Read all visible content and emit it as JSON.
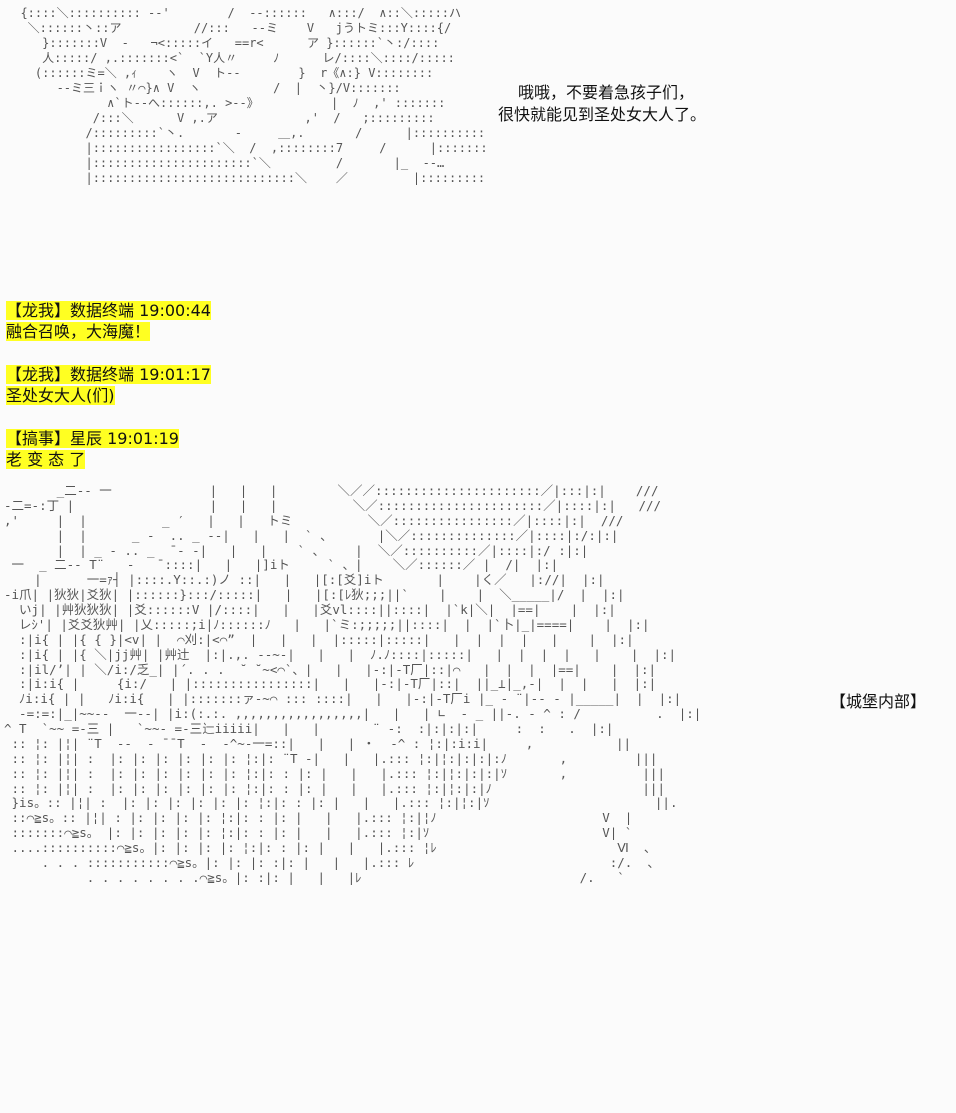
{
  "speech": {
    "line1": "哦哦，不要着急孩子们，",
    "line2": "很快就能见到圣处女大人了。"
  },
  "messages": [
    {
      "tag": "【龙我】",
      "sender": "数据终端",
      "time": "19:00:44",
      "text": "融合召唤，大海魔！"
    },
    {
      "tag": "【龙我】",
      "sender": "数据终端",
      "time": "19:01:17",
      "text": "圣处女大人(们)"
    },
    {
      "tag": "【搞事】",
      "sender": "星辰",
      "time": "19:01:19",
      "text": "老 变 态 了"
    }
  ],
  "caption": "【城堡内部】",
  "art_top": "  {::::＼:::::::::: -‐'        /  -‐::::::   ∧:::/  ∧::＼:::::ハ\n   ＼::::::丶::ア          //:::   ‐‐ミ    V   jうトミ:::Y::::{/\n     }:::::::V  ‐   ¬<:::::イ   ==r<      ア }::::::`丶:/::::\n     人:::::/ ,.:::::::<`  `Y人〃     ﾉ      レ/::::＼::::/:::::\n    (::::::ミ=＼ ,ｨ    ヽ  V  ト‐‐        }  r《∧:} V::::::::\n       ‐‐ミ三ｉヽ 〃⌒}∧ V  ヽ          /  |  丶}/V:::::::\n              ∧`ト‐‐へ::::::,. >‐‐》          |  ﾉ  ,' :::::::\n            /:::＼      V ,.ア            ,'  /   ;:::::::::\n           /:::::::::`丶.       -     ＿,.       /      |::::::::::\n           |:::::::::::::::::`＼  /  ,::::::::7     /      |::::::::::\n           |::::::::::::::::::::::`＼         /       |_  ‐‐…\n           |::::::::::::::::::::::::::::＼    ／         |:::::::::::",
  "art_bottom": "       _二‐‐ 一             |   |   |        ＼／／::::::::::::::::::::::／|:::|:|    ///\n-二=-:丁 |                  |   |   |          ＼／::::::::::::::::::::::／|::::|:|   ///\n,'     |  |          _ ′   |   |   トミ          ＼／::::::::::::::::／|::::|:|  ///\n       |  |      _ ‐  .. _ ‐-|   |   |  ` 、      |＼／::::::::::::::／|::::|:/:|:|\n       |  | _ ‐ .. _  ̄ ‐ -|   |   |    ` 、    |  ＼／::::::::::／|::::|:/ :|:|\n 一  _ 二‐‐ T¨   ‐   ̄ ::::|   |   |]iト     ` 、|    ＼／::::::／ |  /|  |:|\n    |      一=ｧ┤ |::::.Y::.:)ノ ::|   |   |[:[爻]iト       |    |く／   |://|  |:|\n‐i爪| |狄狄|爻狄| |::::::}:::/:::::|   |   |[:[ﾚ狄;;;||`    |    |  ＼_____|/  |  |:|\n  いj| |艸狄狄狄| |爻::::::V |/::::|   |   |爻vl::::||::::|  |`k|＼|  |==|    |  |:|\n  レｼ'| |爻爻狄艸| |乂:::::;i|ﾉ::::::ﾉ   |   |`ミ:;;;;;||::::|  |  |`卜|_|====|    |  |:|\n  :|i{ | |{ { }|<v| |  ⌒刈:|<⌒”  |   |   |  |:::::|:::::|   |  |  |  |   |    |  |:|\n  :|i{ | |{ ＼|jj艸| |艸辻  |:|.,. -‐~-|   |   |  ﾉ.ﾉ::::|:::::|   |  |  |  |   |    |  |:|\n  :|il/’| | ＼/i:/乏_| |´. . .  ˘ ˘~<⌒`、|   |   |-:|-T厂|::|⌒   |  |  |  |==|    |  |:|\n  :|i:i{ |     {i:/   | |::::::::::::::::|   |   |-:|-T厂|::|  ||_⊥|_,-|  |  |   |  |:|\n  ﾉi:i{ | |   ﾉi:i{   | |:::::::ァ‐~⌒ ::: ::::|   |   |-:|-T厂i |_ - ¨|-‐ - |_____|  |  |:|\n  -=:=:|_|~~‐‐  一‐-| |i:(:.:. ,,,,,,,,,,,,,,,,,|   |   | ∟  - _ ||-. ‐ ^ : /          .  |:|\n^ T  `~~ =-三 |   `~~‐ =-三辷iiiii|   |   |       ¨ -:  :|:|:|:|     :  :   .  |:|\n :: ¦: |¦| ¨T  -‐  ‐ ̄ ̄ T  ‐  ‐^~-一=::|   |   | ・  -^ : ¦:|:i:i|     ,           ||\n :: ¦: |¦| :  |: |: |: |: |: |: ¦:|: ¨T ‐|   |   |.::: ¦:|¦:|:|:|:ﾉ       ,         |||\n :: ¦: |¦| :  |: |: |: |: |: |: ¦:|: : |: |   |   |.::: ¦:|¦:|:|:|ｿ       ,          |||\n :: ¦: |¦| :  |: |: |: |: |: |: ¦:|: : |: |   |   |.::: ¦:|¦:|:|ﾉ                    |||\n }is。:: |¦| :  |: |: |: |: |: |: ¦:|: : |: |   |   |.::: ¦:|¦:|ｿ                      ||.\n ::⌒≧s。:: |¦| : |: |: |: |: ¦:|: : |: |   |   |.::: ¦:|¦ﾉ                      V  |\n :::::::⌒≧s。 |: |: |: |: |: ¦:|: : |: |   |   |.::: ¦:|ｿ                       V| `\n ....::::::::::⌒≧s。|: |: |: |: ¦:|: : |: |   |   |.::: ¦ﾚ                        Ⅵ  、\n     . . . :::::::::::⌒≧s。|: |: |: :|: |   |   |.::: ﾚ                          :/.  、\n           . . . . . . . .⌒≧s。|: :|: |   |   |ﾚ                             /.   `"
}
